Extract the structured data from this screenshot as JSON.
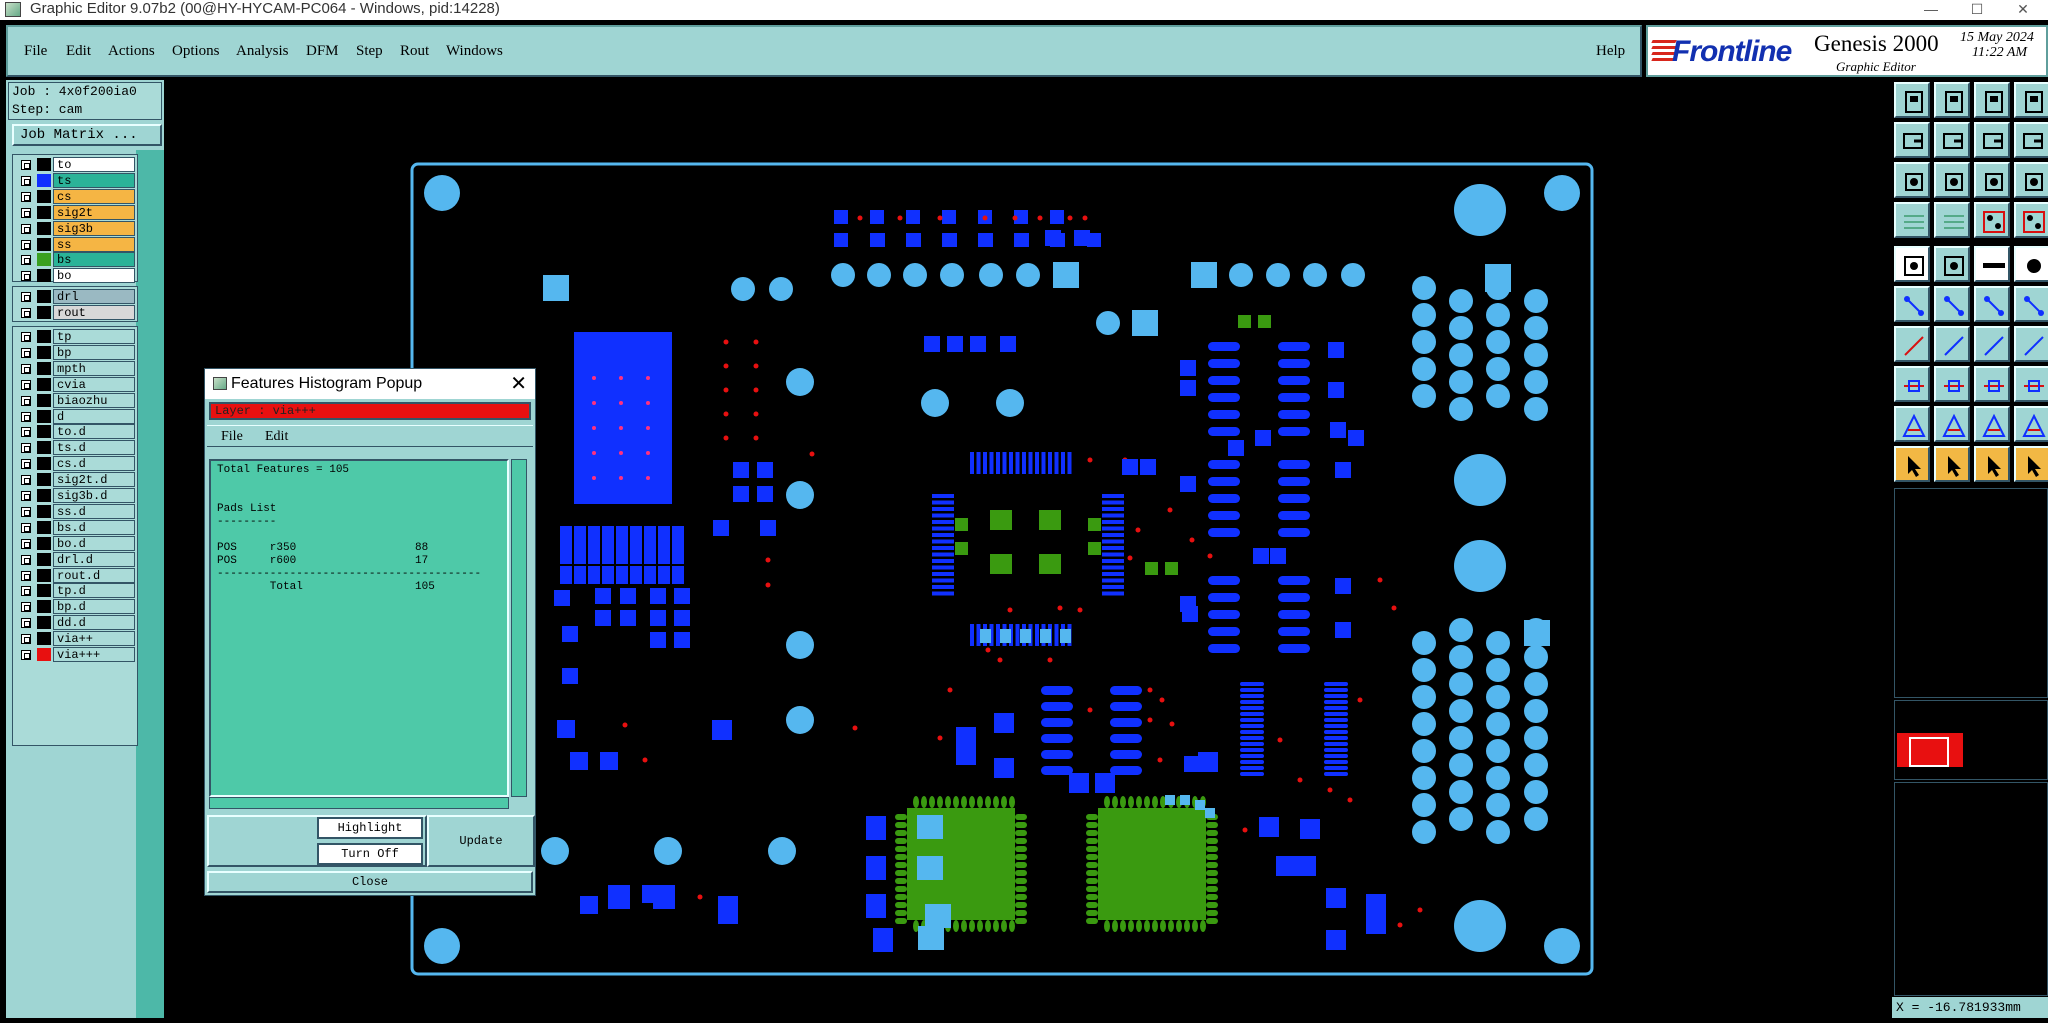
{
  "window": {
    "title": "Graphic Editor 9.07b2 (00@HY-HYCAM-PC064 - Windows, pid:14228)",
    "controls": [
      "—",
      "☐",
      "✕"
    ]
  },
  "menubar": {
    "items": [
      "File",
      "Edit",
      "Actions",
      "Options",
      "Analysis",
      "DFM",
      "Step",
      "Rout",
      "Windows"
    ],
    "help": "Help"
  },
  "logo": {
    "brand": "Frontline",
    "product": "Genesis 2000",
    "subtitle": "Graphic Editor",
    "date": "15 May 2024",
    "time": "11:22 AM"
  },
  "job": {
    "job_label": "Job : 4x0f200ia0",
    "step_label": "Step: cam",
    "matrix_button": "Job Matrix ..."
  },
  "layers": {
    "group1": [
      {
        "name": "to",
        "color": "#ffffff",
        "swatch": "#000000"
      },
      {
        "name": "ts",
        "color": "#2bb398",
        "swatch": "#1030ff"
      },
      {
        "name": "cs",
        "color": "#f5b544",
        "swatch": "#000000"
      },
      {
        "name": "sig2t",
        "color": "#f5b544",
        "swatch": "#000000"
      },
      {
        "name": "sig3b",
        "color": "#f5b544",
        "swatch": "#000000"
      },
      {
        "name": "ss",
        "color": "#f5b544",
        "swatch": "#000000"
      },
      {
        "name": "bs",
        "color": "#2bb398",
        "swatch": "#3aa020"
      },
      {
        "name": "bo",
        "color": "#ffffff",
        "swatch": "#000000"
      }
    ],
    "group2": [
      {
        "name": "drl",
        "color": "#9ab9c2",
        "swatch": "#000000"
      },
      {
        "name": "rout",
        "color": "#d8d8d8",
        "swatch": "#000000"
      }
    ],
    "group3": [
      {
        "name": "tp",
        "color": "#aadbd8",
        "swatch": "#000000"
      },
      {
        "name": "bp",
        "color": "#aadbd8",
        "swatch": "#000000"
      },
      {
        "name": "mpth",
        "color": "#aadbd8",
        "swatch": "#000000"
      },
      {
        "name": "cvia",
        "color": "#aadbd8",
        "swatch": "#000000"
      },
      {
        "name": "biaozhu",
        "color": "#aadbd8",
        "swatch": "#000000"
      },
      {
        "name": "d",
        "color": "#aadbd8",
        "swatch": "#000000"
      },
      {
        "name": "to.d",
        "color": "#aadbd8",
        "swatch": "#000000"
      },
      {
        "name": "ts.d",
        "color": "#aadbd8",
        "swatch": "#000000"
      },
      {
        "name": "cs.d",
        "color": "#aadbd8",
        "swatch": "#000000"
      },
      {
        "name": "sig2t.d",
        "color": "#aadbd8",
        "swatch": "#000000"
      },
      {
        "name": "sig3b.d",
        "color": "#aadbd8",
        "swatch": "#000000"
      },
      {
        "name": "ss.d",
        "color": "#aadbd8",
        "swatch": "#000000"
      },
      {
        "name": "bs.d",
        "color": "#aadbd8",
        "swatch": "#000000"
      },
      {
        "name": "bo.d",
        "color": "#aadbd8",
        "swatch": "#000000"
      },
      {
        "name": "drl.d",
        "color": "#aadbd8",
        "swatch": "#000000"
      },
      {
        "name": "rout.d",
        "color": "#aadbd8",
        "swatch": "#000000"
      },
      {
        "name": "tp.d",
        "color": "#aadbd8",
        "swatch": "#000000"
      },
      {
        "name": "bp.d",
        "color": "#aadbd8",
        "swatch": "#000000"
      },
      {
        "name": "dd.d",
        "color": "#aadbd8",
        "swatch": "#000000"
      },
      {
        "name": "via++",
        "color": "#aadbd8",
        "swatch": "#000000"
      },
      {
        "name": "via+++",
        "color": "#aadbd8",
        "swatch": "#e81010"
      }
    ]
  },
  "popup": {
    "title": "Features Histogram Popup",
    "close_glyph": "✕",
    "layer_label": "Layer :  via+++",
    "menu": [
      "File",
      "Edit"
    ],
    "report": "Total Features = 105\n\n\nPads List\n---------\n\nPOS     r350                  88\nPOS     r600                  17\n----------------------------------------\n        Total                 105",
    "highlight": "Highlight",
    "turn_off": "Turn Off",
    "update": "Update",
    "close": "Close"
  },
  "status": {
    "coordinate": "X = -16.781933mm"
  },
  "colors": {
    "panel": "#9fd5d3",
    "copper_pad": "#55b7ef",
    "smd_pad": "#1030ff",
    "green_pad": "#3a9a10",
    "via_red": "#e81010",
    "board_outline": "#55b7ef"
  }
}
